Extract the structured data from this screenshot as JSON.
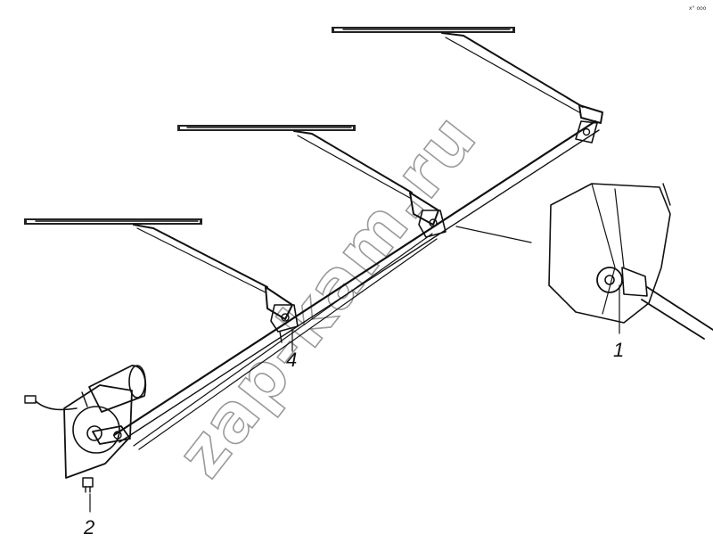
{
  "diagram": {
    "callouts": [
      {
        "id": "1",
        "label": "1"
      },
      {
        "id": "2",
        "label": "2"
      },
      {
        "id": "4",
        "label": "4"
      }
    ],
    "watermark": "zap-kam.ru",
    "corner_mark": "x° ooo",
    "colors": {
      "ink": "#111111",
      "watermark": "#9a9a9a",
      "background": "#ffffff"
    }
  }
}
